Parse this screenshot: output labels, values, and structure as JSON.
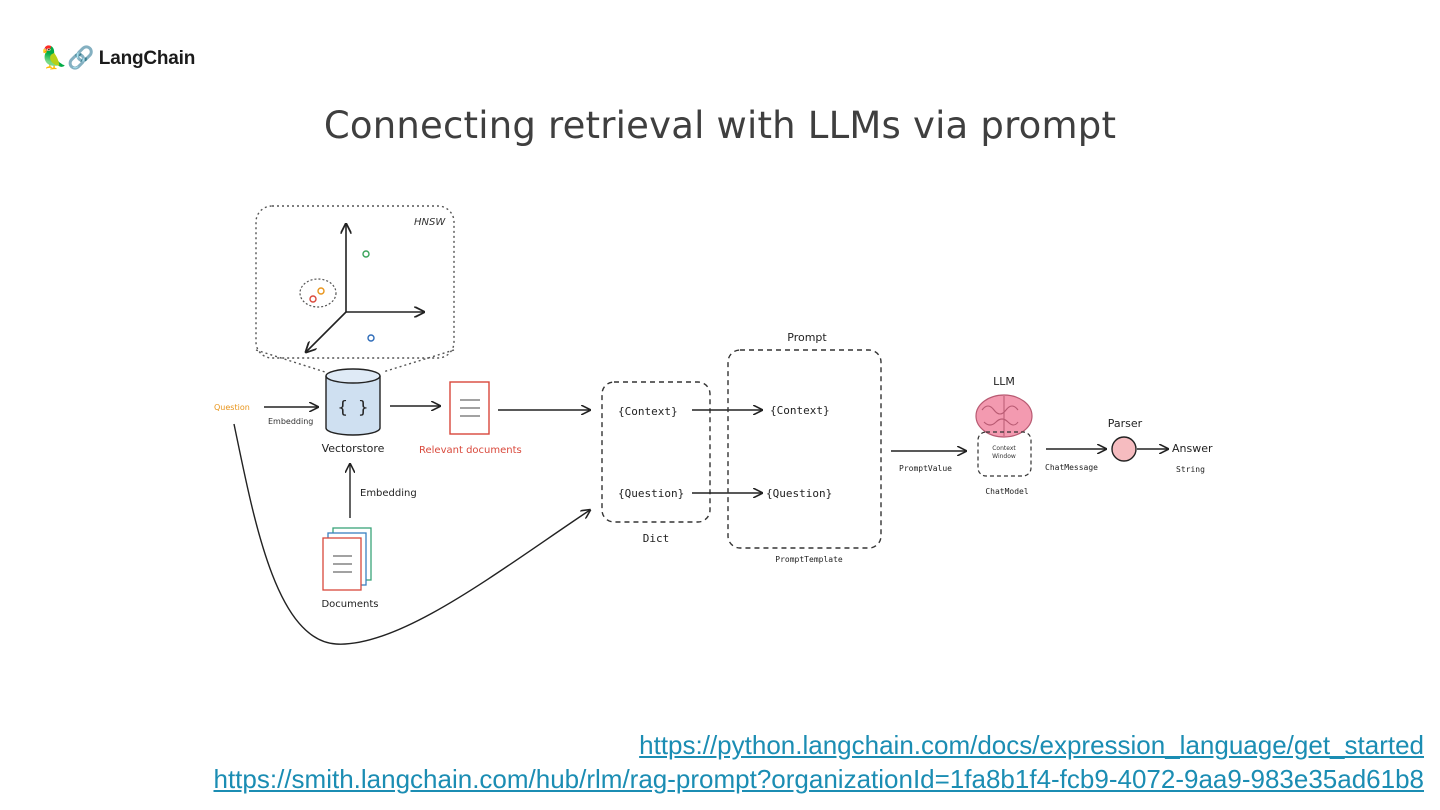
{
  "brand": {
    "name": "LangChain",
    "icon": "parrot-link-icon"
  },
  "title": "Connecting retrieval with LLMs via prompt",
  "diagram": {
    "hnsw_label": "HNSW",
    "question": "Question",
    "embedding_query": "Embedding",
    "vectorstore_label": "Vectorstore",
    "vectorstore_glyph": "{ }",
    "relevant_documents": "Relevant documents",
    "embedding_docs": "Embedding",
    "documents": "Documents",
    "dict_context": "{Context}",
    "dict_question": "{Question}",
    "dict_label": "Dict",
    "prompt_label": "Prompt",
    "prompt_context": "{Context}",
    "prompt_question": "{Question}",
    "prompt_template": "PromptTemplate",
    "prompt_value": "PromptValue",
    "llm_label": "LLM",
    "context_window_line1": "Context",
    "context_window_line2": "Window",
    "chat_model": "ChatModel",
    "chat_message": "ChatMessage",
    "parser_label": "Parser",
    "answer_label": "Answer",
    "answer_type": "String"
  },
  "colors": {
    "question": "#e8941a",
    "relevant_docs": "#d9483b",
    "vectorstore_fill": "#cfe0f1",
    "parser_fill": "#f6bcc0",
    "brain": "#f39ab0",
    "link": "#1b8db3"
  },
  "links": [
    "https://python.langchain.com/docs/expression_language/get_started",
    "https://smith.langchain.com/hub/rlm/rag-prompt?organizationId=1fa8b1f4-fcb9-4072-9aa9-983e35ad61b8"
  ]
}
